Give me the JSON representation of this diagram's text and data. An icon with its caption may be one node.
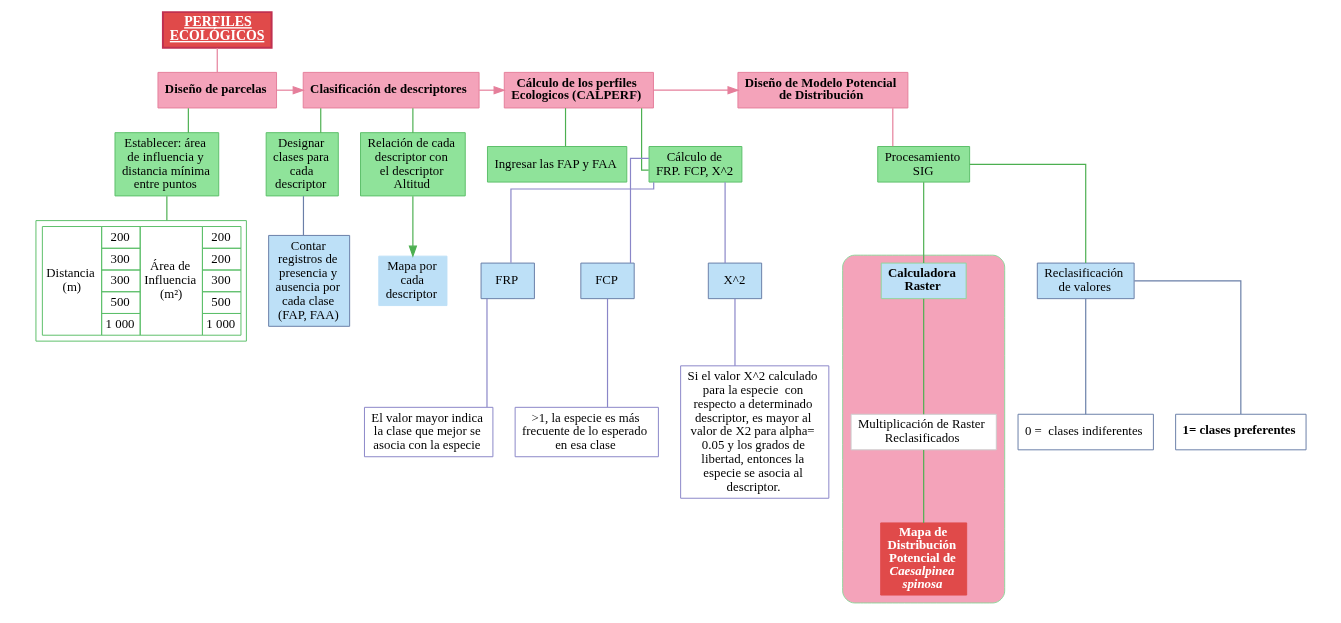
{
  "diagram": {
    "nodes": [
      {
        "text": [
          "PERFILES ECOLÓGICOS"
        ]
      },
      {
        "text": [
          "Diseño de parcelas"
        ]
      },
      {
        "text": [
          "Establecer: área de influencia y distancia mínima entre puntos"
        ]
      },
      {
        "text": [
          "Distancia (m)",
          "200",
          "300",
          "300",
          "500",
          "1 000",
          "Área de Influencia (m²)",
          "200",
          "200",
          "300",
          "500",
          "1 000"
        ]
      },
      {
        "text": [
          "Clasificación de descriptores"
        ]
      },
      {
        "text": [
          "Designar clases para cada descriptor"
        ]
      },
      {
        "text": [
          "Contar registros de presencia y ausencia por cada clase (FAP, FAA)"
        ]
      },
      {
        "text": [
          "Relación de cada descriptor con el descriptor Altitud"
        ]
      },
      {
        "text": [
          "Mapa por cada descriptor"
        ]
      },
      {
        "text": [
          "Cálculo de los perfiles Ecologicos (CALPERF)"
        ]
      },
      {
        "text": [
          "Ingresar las FAP y FAA"
        ]
      },
      {
        "text": [
          "Cálculo de FRP. FCP, X^2"
        ]
      },
      {
        "text": [
          "FRP"
        ]
      },
      {
        "text": [
          "El valor mayor indica la clase que mejor se asocia con la especie"
        ]
      },
      {
        "text": [
          "FCP"
        ]
      },
      {
        "text": [
          ">1, la especie es más frecuente de lo esperado en esa clase"
        ]
      },
      {
        "text": [
          "X^2"
        ]
      },
      {
        "text": [
          "Si el valor X^2 calculado para la especie  con respecto a determinado descriptor, es mayor al valor de X2 para alpha= 0.05 y los grados de libertad, entonces la especie se asocia al descriptor."
        ]
      },
      {
        "text": [
          "Diseño de Modelo Potencial de Distribución"
        ]
      },
      {
        "text": [
          "Procesamiento SIG"
        ]
      },
      {
        "text": [
          "Reclasificación de valores"
        ]
      },
      {
        "text": [
          "0 =  clases indiferentes"
        ]
      },
      {
        "text": [
          "1= clases preferentes"
        ]
      },
      {
        "text": [],
        "shape": "octagon"
      },
      {
        "text": [
          "Calculadora Raster"
        ],
        "in": 23
      },
      {
        "text": [
          "Multiplicación de Raster Reclasificados"
        ],
        "in": 23
      },
      {
        "text": [
          "Mapa de Distribución Potencial de *Caesalpinea spinosa*"
        ],
        "in": 23
      }
    ],
    "edges": [
      {
        "from": 0,
        "to": 1,
        "arrow": "none",
        "color": "#e57f9b"
      },
      {
        "from": 1,
        "to": 4,
        "arrow": "to",
        "color": "#e57f9b"
      },
      {
        "from": 4,
        "to": 9,
        "arrow": "to",
        "color": "#e57f9b"
      },
      {
        "from": 9,
        "to": 18,
        "arrow": "to",
        "color": "#e57f9b"
      },
      {
        "from": 1,
        "to": 2,
        "arrow": "none"
      },
      {
        "from": 2,
        "to": 3,
        "arrow": "none"
      },
      {
        "from": 4,
        "to": 5,
        "arrow": "none"
      },
      {
        "from": 5,
        "to": 6,
        "arrow": "none",
        "color": "#6a7fa8"
      },
      {
        "from": 4,
        "to": 7,
        "arrow": "none"
      },
      {
        "from": 7,
        "to": 8,
        "arrow": "to"
      },
      {
        "from": 9,
        "to": 10,
        "arrow": "none"
      },
      {
        "from": 9,
        "to": 11,
        "arrow": "none"
      },
      {
        "from": 11,
        "to": 12,
        "arrow": "none",
        "color": "#8a86c8"
      },
      {
        "from": 12,
        "to": 13,
        "arrow": "none",
        "color": "#8a86c8"
      },
      {
        "from": 11,
        "to": 14,
        "arrow": "none",
        "color": "#8a86c8"
      },
      {
        "from": 14,
        "to": 15,
        "arrow": "none",
        "color": "#8a86c8"
      },
      {
        "from": 11,
        "to": 16,
        "arrow": "none",
        "color": "#8a86c8"
      },
      {
        "from": 16,
        "to": 17,
        "arrow": "none",
        "color": "#8a86c8"
      },
      {
        "from": 18,
        "to": 19,
        "arrow": "none",
        "color": "#e57f9b"
      },
      {
        "from": 19,
        "to": 20,
        "arrow": "none"
      },
      {
        "from": 20,
        "to": 21,
        "arrow": "none",
        "color": "#6a7fa8"
      },
      {
        "from": 20,
        "to": 22,
        "arrow": "none",
        "color": "#6a7fa8"
      },
      {
        "from": 19,
        "to": 24,
        "arrow": "none"
      },
      {
        "from": 24,
        "to": 25,
        "arrow": "none"
      },
      {
        "from": 25,
        "to": 26,
        "arrow": "none"
      }
    ]
  }
}
